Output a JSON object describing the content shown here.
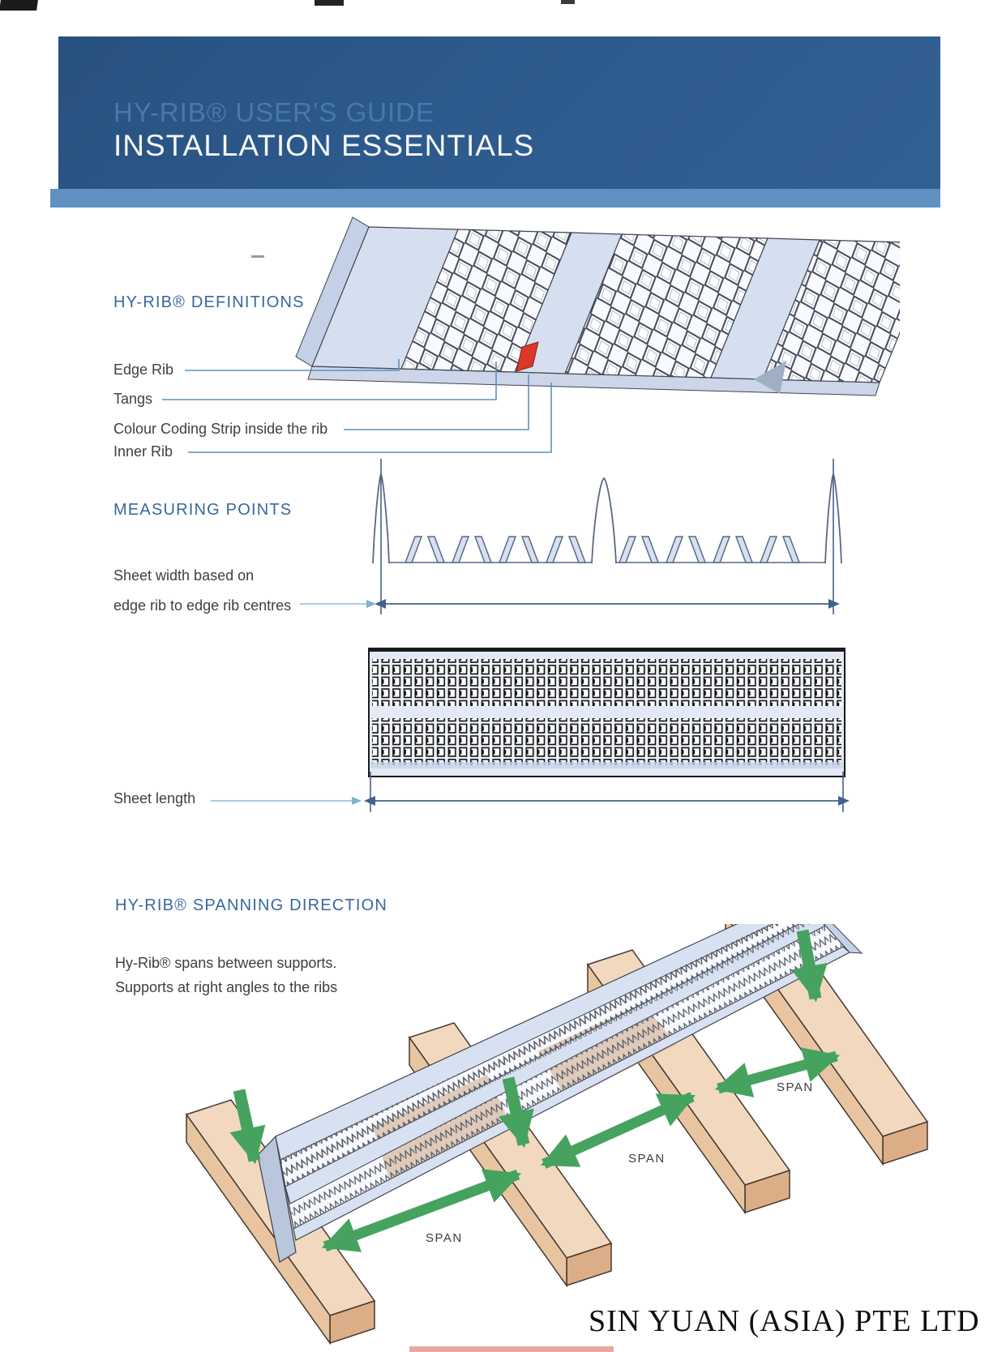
{
  "header": {
    "pretitle": "HY-RIB® USER'S GUIDE",
    "title": "INSTALLATION ESSENTIALS"
  },
  "definitions": {
    "heading": "HY-RIB® DEFINITIONS",
    "labels": [
      "Edge Rib",
      "Tangs",
      "Colour Coding Strip inside the rib",
      "Inner Rib"
    ]
  },
  "measuring": {
    "heading": "MEASURING POINTS",
    "width_note_line1": "Sheet width based on",
    "width_note_line2": "edge rib to edge rib centres",
    "length_label": "Sheet length"
  },
  "spanning": {
    "heading": "HY-RIB® SPANNING DIRECTION",
    "note_line1": "Hy-Rib® spans between supports.",
    "note_line2": "Supports at right angles to the ribs",
    "span_labels": [
      "SPAN",
      "SPAN",
      "SPAN"
    ]
  },
  "footer": {
    "company": "SIN YUAN (ASIA) PTE LTD"
  },
  "colors": {
    "banner": "#2d5a8c",
    "banner-strip": "#5f92c3",
    "pretitle": "#4679ad",
    "heading": "#38689c",
    "body": "#3f3f3f",
    "leader": "#5b90c0",
    "leader-light": "#a9cede",
    "dim": "#44618c",
    "red": "#d9382b",
    "green": "#46a35f",
    "wood": "#f2d8be",
    "sheet": "#d9e2f2"
  }
}
